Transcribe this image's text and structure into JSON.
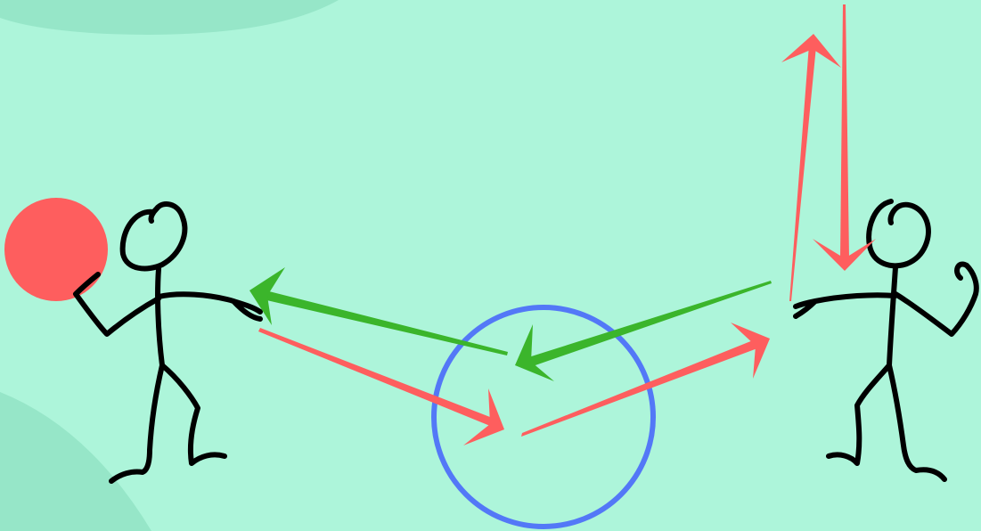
{
  "colors": {
    "background": "#adf5da",
    "background_shape": "#96e6c8",
    "figure": "#000000",
    "ball": "#fe5e5e",
    "red_arrow": "#fe5e5e",
    "green_arrow": "#3bb52b",
    "target_circle": "#5378f7"
  },
  "diagram": {
    "figures": [
      {
        "name": "left-stick-figure",
        "holding": "ball",
        "facing": "right"
      },
      {
        "name": "right-stick-figure",
        "holding": "none",
        "facing": "left"
      }
    ],
    "arrows": [
      {
        "name": "red-arrow-left-to-center",
        "color": "red_arrow",
        "from": "left-figure",
        "to": "center"
      },
      {
        "name": "red-arrow-center-to-right",
        "color": "red_arrow",
        "from": "center",
        "to": "right-figure"
      },
      {
        "name": "red-arrow-right-up",
        "color": "red_arrow",
        "from": "right-figure",
        "to": "sky"
      },
      {
        "name": "red-arrow-down-to-right-head",
        "color": "red_arrow",
        "from": "sky",
        "to": "right-figure"
      },
      {
        "name": "green-arrow-right-to-center",
        "color": "green_arrow",
        "from": "right-figure",
        "to": "center"
      },
      {
        "name": "green-arrow-center-to-left",
        "color": "green_arrow",
        "from": "center",
        "to": "left-figure"
      }
    ],
    "target": {
      "name": "center-target-circle",
      "color": "target_circle"
    }
  }
}
